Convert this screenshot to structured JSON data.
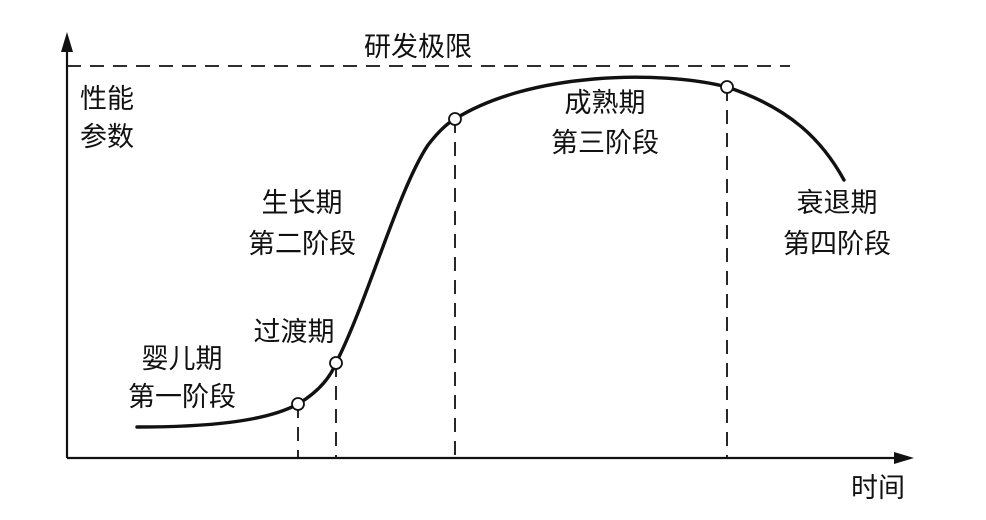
{
  "limit_label": "研发极限",
  "y_axis_label": [
    "性能",
    "参数"
  ],
  "x_axis_label": "时间",
  "stages": {
    "infancy": {
      "name": "婴儿期",
      "phase": "第一阶段"
    },
    "transition": {
      "name": "过渡期"
    },
    "growth": {
      "name": "生长期",
      "phase": "第二阶段"
    },
    "maturity": {
      "name": "成熟期",
      "phase": "第三阶段"
    },
    "decline": {
      "name": "衰退期",
      "phase": "第四阶段"
    }
  }
}
